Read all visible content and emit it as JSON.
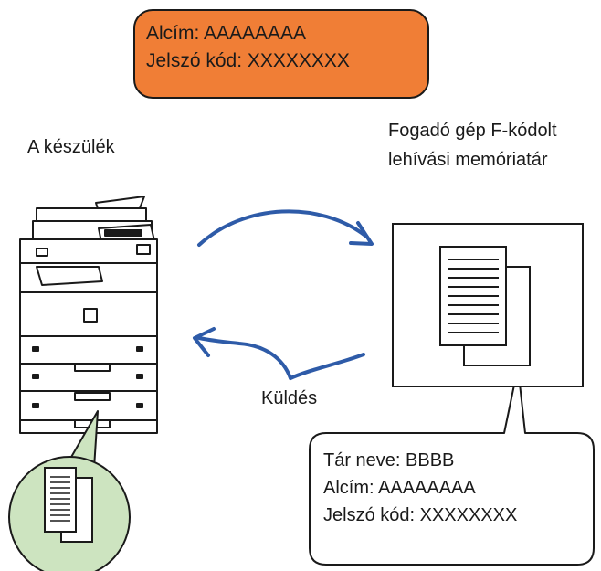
{
  "colors": {
    "orange_box": "#F07E36",
    "green_circle": "#CDE4C0",
    "arrow_blue": "#2E5BA8",
    "outline": "#1a1a1a"
  },
  "orange_box": {
    "line1": "Alcím: AAAAAAAA",
    "line2": "Jelszó kód: XXXXXXXX"
  },
  "labels": {
    "device": "A készülék",
    "receiver_line1": "Fogadó gép F-kódolt",
    "receiver_line2": "lehívási memóriatár",
    "send": "Küldés"
  },
  "bubble": {
    "line1": "Tár neve: BBBB",
    "line2": "Alcím: AAAAAAAA",
    "line3": "Jelszó kód: XXXXXXXX"
  },
  "icons": {
    "printer": "multifunction-printer-icon",
    "document_stack": "document-stack-icon",
    "arrow_top": "curved-arrow-right-icon",
    "arrow_bottom": "curved-arrow-left-icon"
  }
}
